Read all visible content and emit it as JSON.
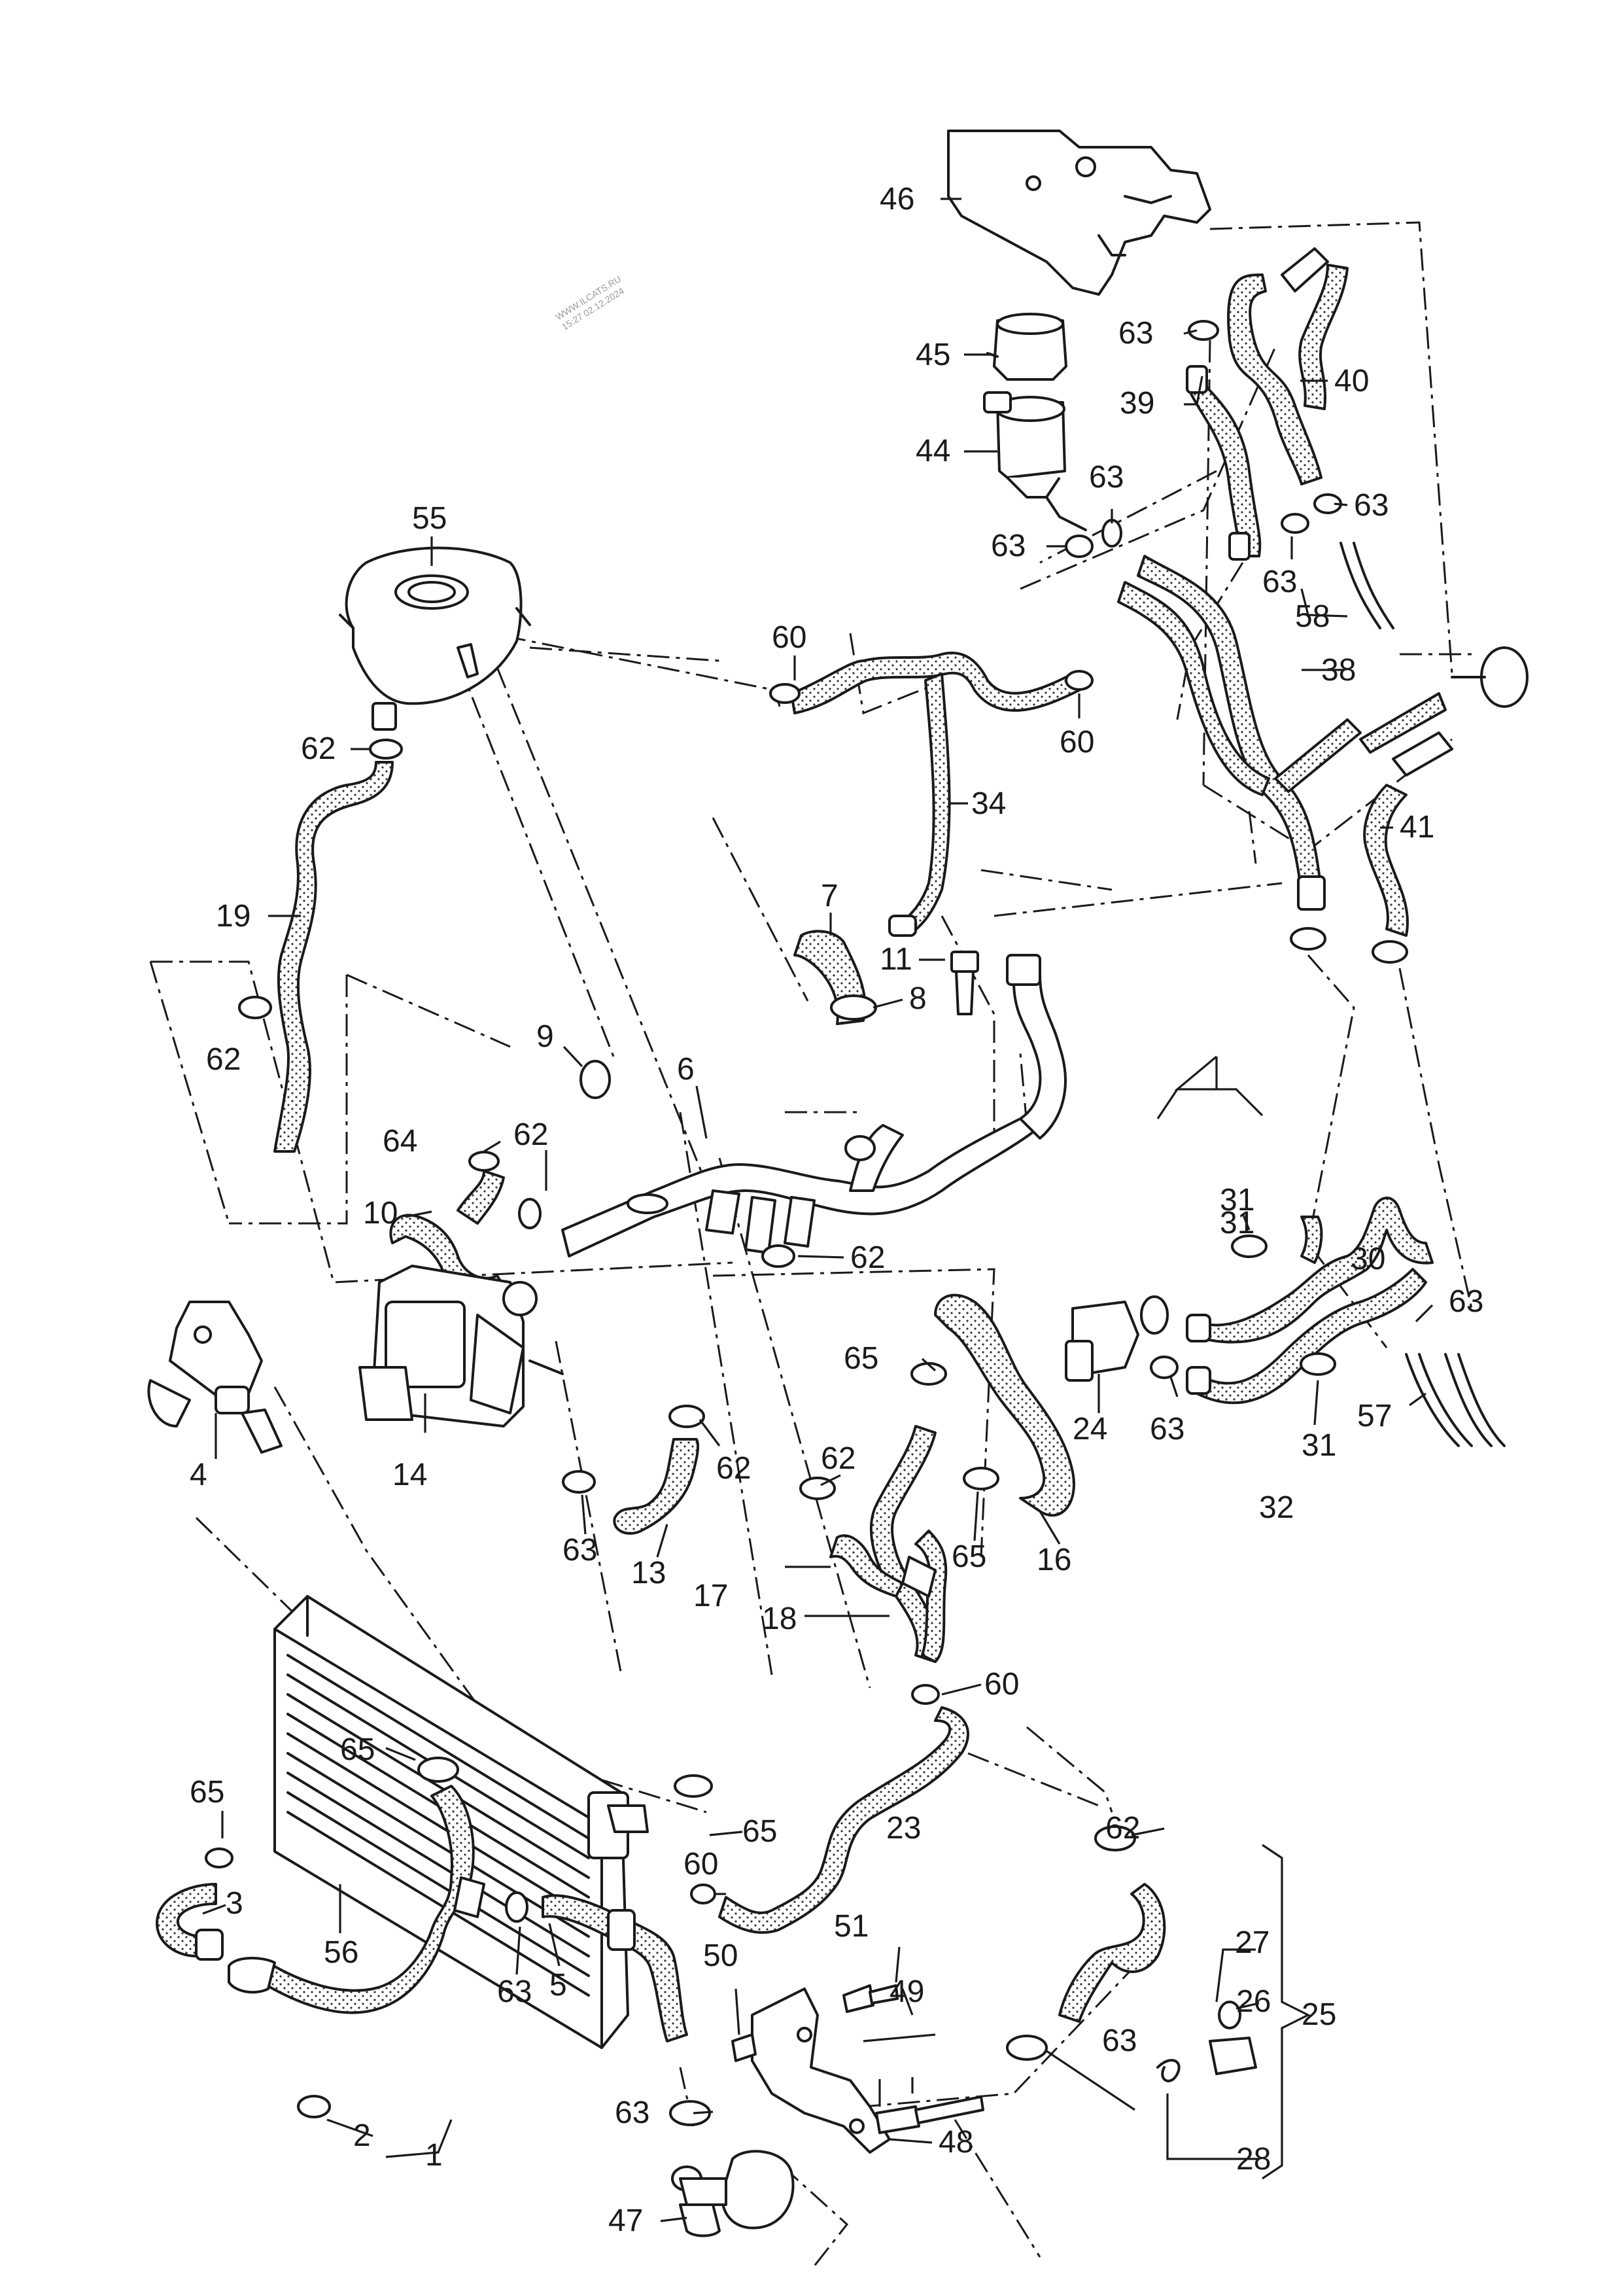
{
  "watermark": {
    "line1": "WWW.ILCATS.RU",
    "line2": "15:27 02.12.2024"
  },
  "labels": {
    "l1": "1",
    "l2": "2",
    "l3": "3",
    "l4": "4",
    "l5": "5",
    "l6": "6",
    "l7": "7",
    "l8": "8",
    "l9": "9",
    "l10": "10",
    "l11": "11",
    "l13": "13",
    "l14": "14",
    "l16": "16",
    "l17": "17",
    "l18": "18",
    "l19": "19",
    "l23": "23",
    "l24": "24",
    "l25": "25",
    "l26": "26",
    "l27": "27",
    "l28": "28",
    "l30": "30",
    "l31": "31",
    "l32": "32",
    "l34": "34",
    "l38": "38",
    "l39": "39",
    "l40": "40",
    "l41": "41",
    "l44": "44",
    "l45": "45",
    "l46": "46",
    "l47": "47",
    "l48": "48",
    "l49": "49",
    "l50": "50",
    "l51": "51",
    "l55": "55",
    "l56": "56",
    "l57": "57",
    "l58": "58",
    "l60": "60",
    "l62": "62",
    "l63": "63",
    "l64": "64",
    "l65": "65"
  }
}
